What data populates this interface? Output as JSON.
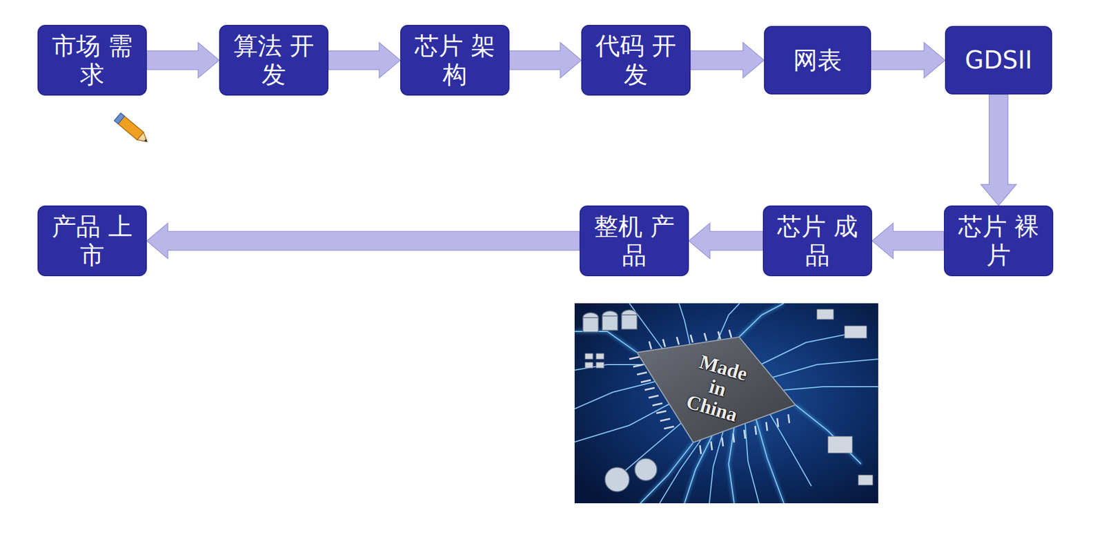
{
  "diagram": {
    "nodes": [
      {
        "text": [
          "市场 需求"
        ]
      },
      {
        "text": [
          "算法 开发"
        ]
      },
      {
        "text": [
          "芯片 架构"
        ]
      },
      {
        "text": [
          "代码 开发"
        ]
      },
      {
        "text": [
          "网表"
        ]
      },
      {
        "text": [
          "GDSII"
        ]
      },
      {
        "text": [
          "芯片 裸片"
        ]
      },
      {
        "text": [
          "芯片 成品"
        ]
      },
      {
        "text": [
          "整机 产品"
        ]
      },
      {
        "text": [
          "产品 上市"
        ]
      }
    ],
    "edges": [
      {
        "from": 0,
        "to": 1,
        "arrow": "to"
      },
      {
        "from": 1,
        "to": 2,
        "arrow": "to"
      },
      {
        "from": 2,
        "to": 3,
        "arrow": "to"
      },
      {
        "from": 3,
        "to": 4,
        "arrow": "to"
      },
      {
        "from": 4,
        "to": 5,
        "arrow": "to"
      },
      {
        "from": 5,
        "to": 6,
        "arrow": "to"
      },
      {
        "from": 6,
        "to": 7,
        "arrow": "to"
      },
      {
        "from": 7,
        "to": 8,
        "arrow": "to"
      },
      {
        "from": 8,
        "to": 9,
        "arrow": "to"
      }
    ],
    "labels": [
      "Made in China"
    ]
  }
}
